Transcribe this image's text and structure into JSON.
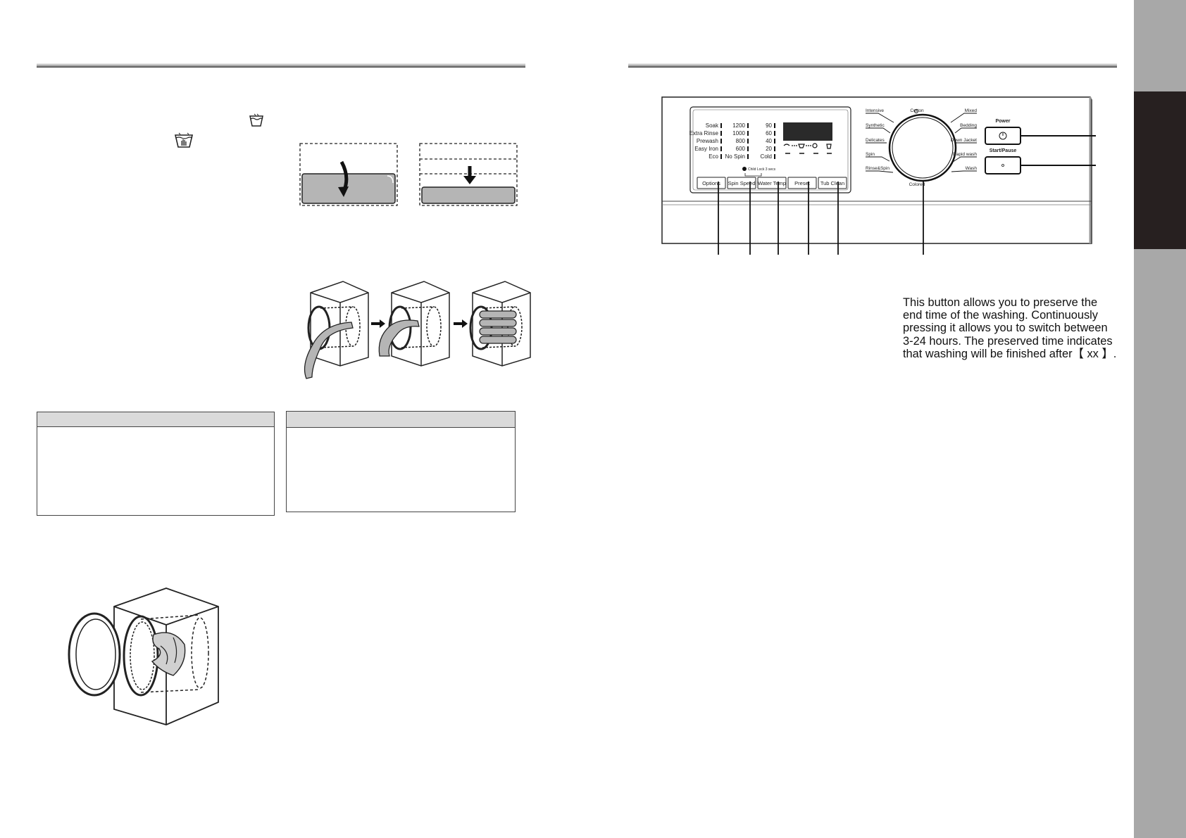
{
  "panel": {
    "options": {
      "left": [
        "Soak",
        "Extra Rinse",
        "Prewash",
        "Easy Iron",
        "Eco"
      ],
      "middle": [
        "1200",
        "1000",
        "800",
        "600",
        "No Spin"
      ],
      "right": [
        "90",
        "60",
        "40",
        "20",
        "Cold"
      ]
    },
    "lock_label": "Child Lock 3 secs",
    "buttons": [
      "Options",
      "Spin Speed",
      "Water Temp",
      "Preset",
      "Tub Clean"
    ],
    "programs_left": [
      "Intensive",
      "Synthetic",
      "Delicates",
      "Spin",
      "Rinse&Spin"
    ],
    "programs_right": [
      "Mixed",
      "Bedding",
      "Down Jacket",
      "Rapid wash",
      "Wash"
    ],
    "program_top": "Cotton",
    "program_bottom": "Colored",
    "power_label": "Power",
    "start_label": "Start/Pause"
  },
  "description": {
    "lines": [
      "This button allows you to preserve the",
      "end time of the washing. Continuously",
      "pressing it allows you to switch between",
      "3-24 hours. The preserved time indicates",
      "that washing will be finished after【  xx  】."
    ]
  },
  "colors": {
    "sidebar": "#a8a8a8",
    "sidebar_tab": "#272020",
    "note_header": "#dadada",
    "water_fill": "#b5b5b5"
  }
}
